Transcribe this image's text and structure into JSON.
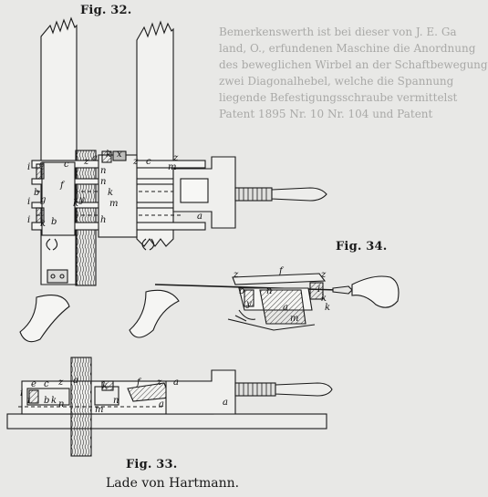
{
  "figures": {
    "fig32_label": "Fig. 32.",
    "fig33_label": "Fig. 33.",
    "fig34_label": "Fig. 34."
  },
  "caption": "Lade von Hartmann.",
  "bleedthrough": [
    "Bemerkenswerth ist bei dieser von J. E. Ga",
    "land, O., erfundenen Maschine die Anordnung",
    "des beweglichen Wirbel an der Schaftbewegung",
    "zwei Diagonalhebel, welche die Spannung",
    "liegende Befestigungsschraube vermittelst",
    "Patent 1895 Nr. 10 Nr. 104 und Patent"
  ],
  "letters_fig32": [
    "i",
    "e",
    "c",
    "z",
    "a",
    "k",
    "x",
    "z",
    "n",
    "b",
    "f",
    "n",
    "i",
    "g",
    "y",
    "m",
    "i",
    "k",
    "m",
    "k",
    "k",
    "h",
    "b",
    "a",
    "z",
    "c"
  ],
  "letters_fig33": [
    "i",
    "e",
    "c",
    "z",
    "a",
    "k",
    "f",
    "z",
    "a",
    "k",
    "n",
    "b",
    "n",
    "m",
    "a",
    "a",
    "i"
  ],
  "letters_fig34": [
    "z",
    "f",
    "b",
    "n",
    "y",
    "a",
    "z",
    "k",
    "m",
    "i",
    "k"
  ]
}
